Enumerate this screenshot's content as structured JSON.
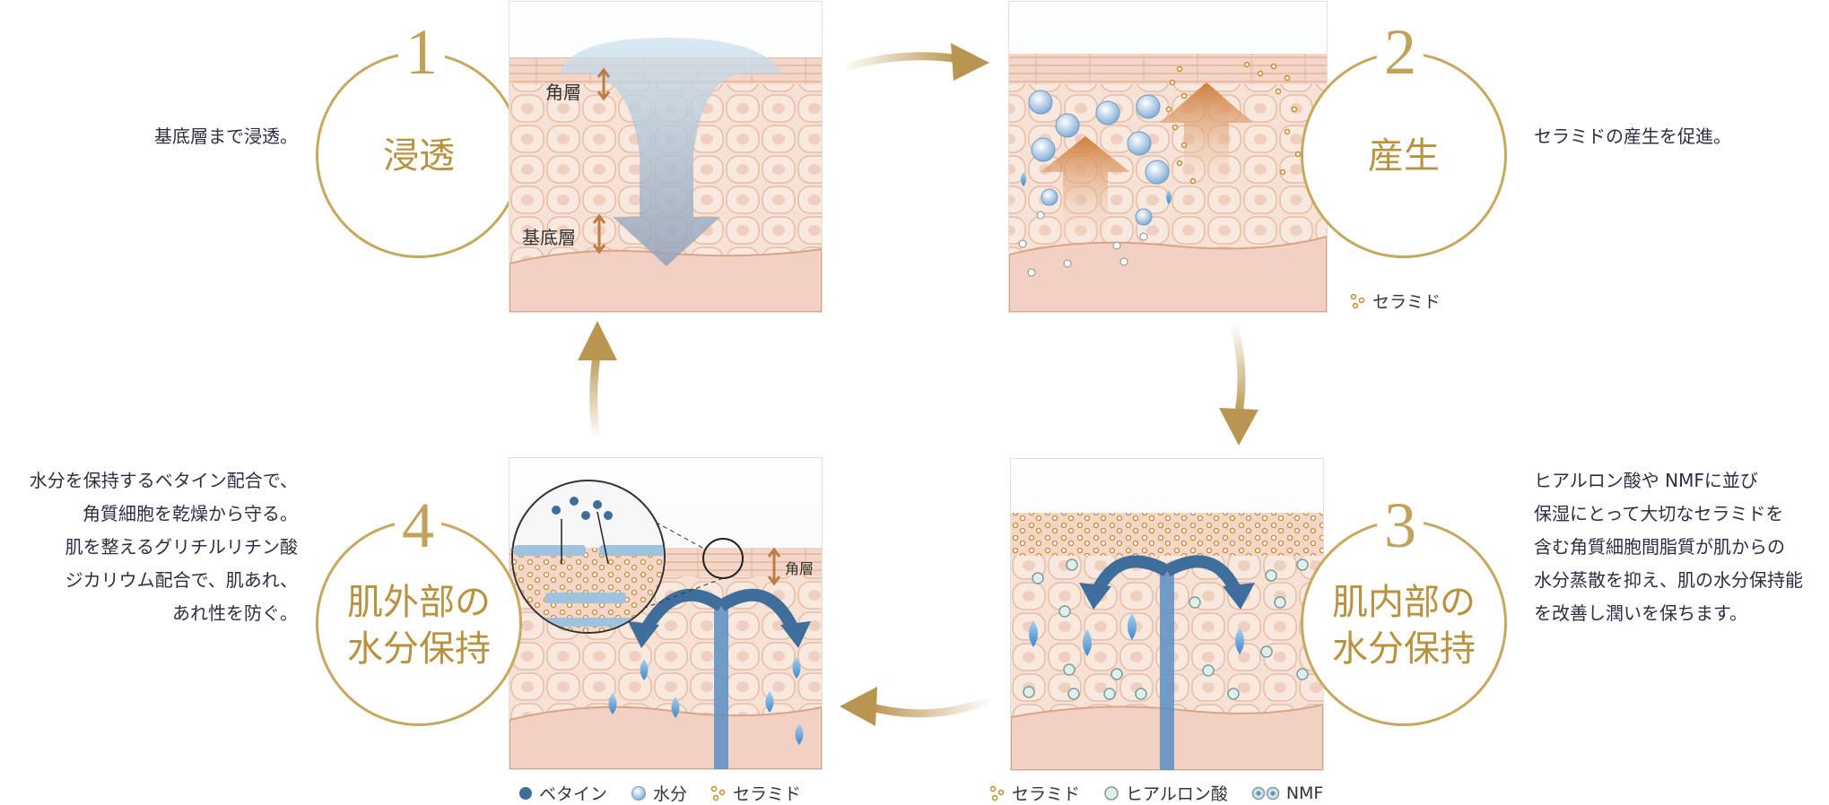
{
  "steps": [
    {
      "number": "1",
      "title_lines": [
        "浸透"
      ],
      "description_lines": [
        "基底層まで浸透。"
      ]
    },
    {
      "number": "2",
      "title_lines": [
        "産生"
      ],
      "description_lines": [
        "セラミドの産生を促進。"
      ]
    },
    {
      "number": "3",
      "title_lines": [
        "肌内部の",
        "水分保持"
      ],
      "description_lines": [
        "ヒアルロン酸や NMFに並び",
        "保湿にとって大切なセラミドを",
        "含む角質細胞間脂質が肌からの",
        "水分蒸散を抑え、肌の水分保持能",
        "を改善し潤いを保ちます。"
      ]
    },
    {
      "number": "4",
      "title_lines": [
        "肌外部の",
        "水分保持"
      ],
      "description_lines": [
        "水分を保持するベタイン配合で、",
        "角質細胞を乾燥から守る。",
        "肌を整えるグリチルリチン酸",
        "ジカリウム配合で、肌あれ、",
        "あれ性を防ぐ。"
      ]
    }
  ],
  "panel_labels": {
    "stratum_corneum": "角層",
    "basal_layer": "基底層",
    "stratum_corneum_small": "角層"
  },
  "legends": {
    "panel2": [
      "セラミド"
    ],
    "panel3": [
      "セラミド",
      "ヒアルロン酸",
      "NMF"
    ],
    "panel4": [
      "ベタイン",
      "水分",
      "セラミド"
    ]
  },
  "icons": [
    "ceramide-icon",
    "hyaluronic-acid-icon",
    "nmf-icon",
    "betaine-icon",
    "water-icon",
    "arrow-icon"
  ],
  "colors": {
    "gold": "#c6a85f",
    "gold_text": "#b8923f",
    "skin": "#f5ddd0",
    "cell_border": "#e4b9a4",
    "water_blue": "#4f8ec9",
    "arrow_blue": "#3e6e9c",
    "ceramide": "#c78a2a",
    "orange_arrow": "#d08a4b"
  }
}
